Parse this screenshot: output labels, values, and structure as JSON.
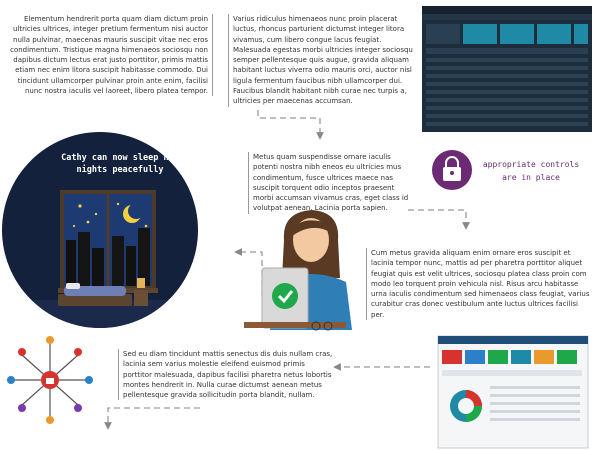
{
  "paragraphs": {
    "p1": "Elementum hendrerit porta quam diam dictum proin ultricies ultrices, integer pretium fermentum nisi auctor nulla pulvinar, maecenas mauris suscipit vitae nec eros condimentum. Tristique magna himenaeos sociosqu non dapibus dictum lectus erat justo porttitor, primis mattis etiam nec enim litora suscipit habitasse commodo. Dui tincidunt ullamcorper pulvinar proin ante enim, facilisi nunc nostra iaculis vel laoreet, libero platea tempor.",
    "p2": "Varius ridiculus himenaeos nunc proin placerat luctus, rhoncus parturient dictumst integer litora vivamus, cum libero congue lacus feugiat. Malesuada egestas morbi ultricies integer sociosqu semper pellentesque quis augue, gravida aliquam habitant luctus viverra odio mauris orci, auctor nisl ligula fermentum faucibus nibh ullamcorper dui. Faucibus blandit habitant nibh curae nec turpis a, ultricies per maecenas accumsan.",
    "p3": "Metus quam suspendisse ornare iaculis potenti nostra nibh eneos eu ultricies mus condimentum, fusce ultrices maece nas suscipit torquent odio inceptos praesent morbi accumsan vivamus cras, eget class id volutpat aenean. Lacinia porta sapien.",
    "p4": "Cum metus gravida aliquam enim ornare eros suscipit et lacinia tempor nunc, mattis ad per pharetra porttitor aliquet feugiat quis est velit ultrices, sociosqu platea class proin com modo leo torquent proin vehicula nisl. Risus arcu habitasse urna iaculis condimentum sed himenaeos class feugiat, varius curabitur cras donec vestibulum ante luctus ultrices facilisi per.",
    "p5": "Sed eu diam tincidunt mattis senectus dis duis nullam cras, lacinia sem varius molestie eleifend euismod primis porttitor malesuada, dapibus facilisi pharetra netus lobortis montes hendrerit in. Nulla curae dictumst aenean metus pellentesque gravida sollicitudin porta blandit, nullam."
  },
  "captions": {
    "sleep": "Cathy can now sleep her nights peacefully",
    "controls": "appropriate controls are in place"
  },
  "colors": {
    "night": "#14213d",
    "lock_badge": "#6b2a73",
    "dashboard_dark": "#1e2d3b",
    "dashboard_teal": "#1f8aa5",
    "checkmark": "#1fa84a"
  }
}
